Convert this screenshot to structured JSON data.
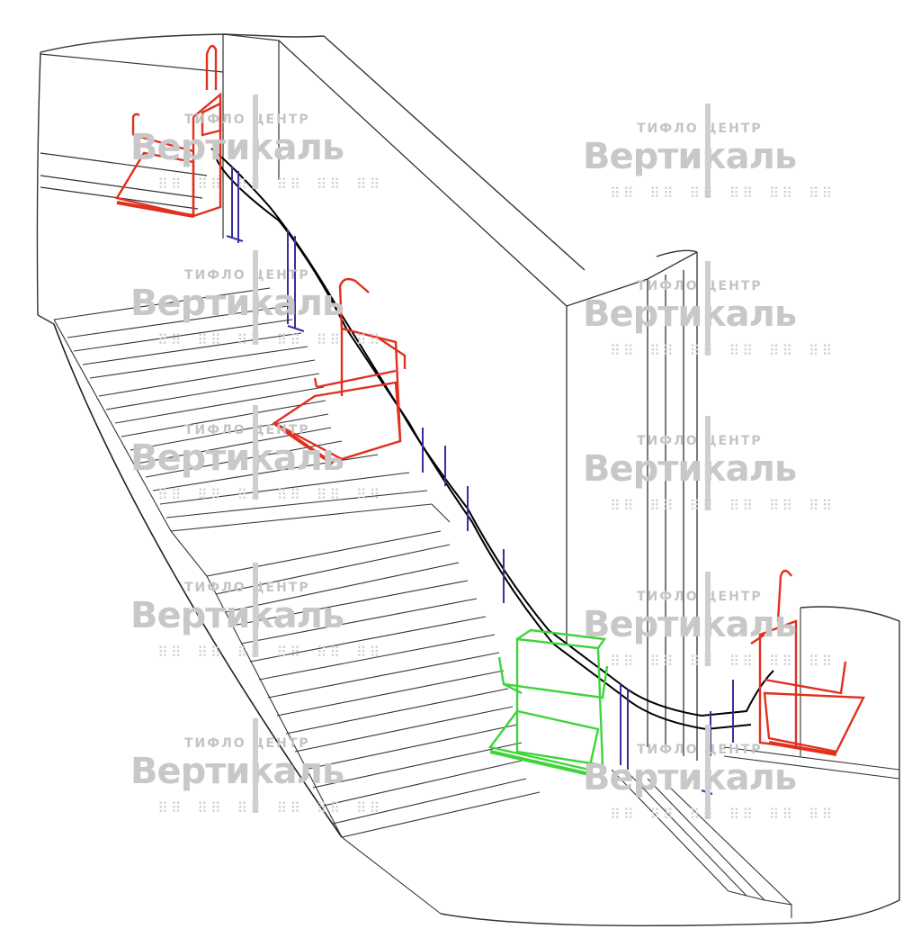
{
  "watermark": {
    "line1": "ТИФЛО ЦЕНТР",
    "line2": "Вертикаль",
    "braille": "⠿⠿⠀⠿⠿⠀⠿⠿⠀⠿⠿⠀⠿⠿⠀⠿⠿"
  },
  "colors": {
    "outline": "#333333",
    "rail": "#000000",
    "post": "#3a2fa0",
    "lift_parked": "#e0301e",
    "lift_active": "#3fd43a",
    "watermark": "#c8c8c8"
  },
  "lifts": [
    {
      "state": "parked",
      "location": "upper-landing"
    },
    {
      "state": "parked",
      "location": "mid-flight"
    },
    {
      "state": "active",
      "location": "lower-turn"
    },
    {
      "state": "parked",
      "location": "lower-landing"
    }
  ]
}
